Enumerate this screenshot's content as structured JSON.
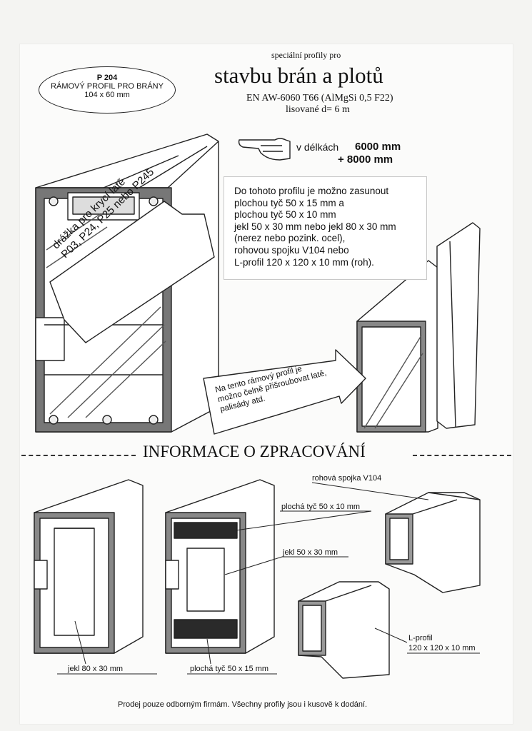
{
  "badge": {
    "code": "P 204",
    "name": "RÁMOVÝ PROFIL PRO BRÁNY",
    "size": "104 x 60 mm"
  },
  "header": {
    "subtitle": "speciální profily pro",
    "title": "stavbu brán a plotů",
    "alloy": "EN AW-6060 T66 (AlMgSi 0,5 F22)",
    "wall": "lisované  d= 6 m"
  },
  "lengths": {
    "label": "v délkách",
    "first": "6000 mm",
    "second": "+  8000 mm"
  },
  "info_box": {
    "lines": [
      "Do tohoto profilu je možno zasunout",
      "plochou tyč 50 x 15 mm a",
      "plochou tyč 50 x 10 mm",
      "jekl 50 x 30 mm nebo jekl 80 x 30 mm",
      "(nerez nebo pozink. ocel),",
      "rohovou spojku V104 nebo",
      "L-profil 120 x 120 x 10 mm (roh)."
    ]
  },
  "callouts": {
    "groove_line1": "drážka pro krycí latě",
    "groove_line2": "P03, P24, P25 nebo P245",
    "screw_line1": "Na tento rámový profil je",
    "screw_line2": "možno čelně přišroubovat latě,",
    "screw_line3": "palisády atd."
  },
  "section_title": "INFORMACE O ZPRACOVÁNÍ",
  "labels": {
    "corner": "rohová spojka V104",
    "flat10": "plochá tyč 50 x 10 mm",
    "jekl5030": "jekl 50 x 30 mm",
    "jekl8030": "jekl 80 x 30 mm",
    "flat15": "plochá tyč 50 x 15 mm",
    "lprofile1": "L-profil",
    "lprofile2": "120 x 120 x 10 mm"
  },
  "footer": "Prodej pouze odborným firmám. Všechny profily jsou i kusově k dodání."
}
